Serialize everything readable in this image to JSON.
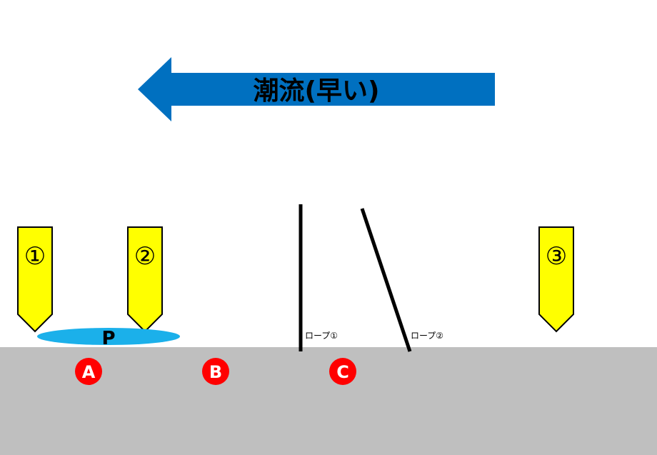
{
  "current": {
    "label": "潮流(早い)",
    "direction": "left",
    "color": "#0070c0"
  },
  "markers": [
    {
      "id": "marker-1",
      "label": "①",
      "color": "#ffff00"
    },
    {
      "id": "marker-2",
      "label": "②",
      "color": "#ffff00"
    },
    {
      "id": "marker-3",
      "label": "③",
      "color": "#ffff00"
    }
  ],
  "point": {
    "label": "P",
    "color": "#1bb0ea"
  },
  "ropes": [
    {
      "id": "rope-1",
      "label": "ロープ①"
    },
    {
      "id": "rope-2",
      "label": "ロープ②"
    }
  ],
  "zones": [
    {
      "id": "zone-a",
      "label": "A",
      "color": "#ff0000"
    },
    {
      "id": "zone-b",
      "label": "B",
      "color": "#ff0000"
    },
    {
      "id": "zone-c",
      "label": "C",
      "color": "#ff0000"
    }
  ],
  "seabed": {
    "color": "#bfbfbf"
  }
}
